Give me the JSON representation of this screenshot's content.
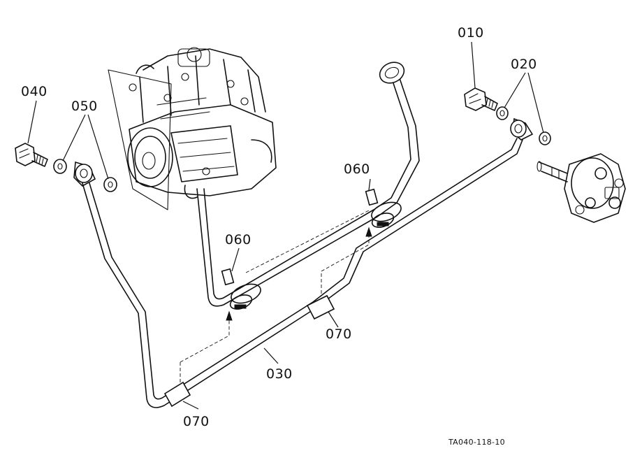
{
  "parts": {
    "p010": "010",
    "p020": "020",
    "p030": "030",
    "p040": "040",
    "p050": "050",
    "p060_upper": "060",
    "p060_lower": "060",
    "p070_right": "070",
    "p070_left": "070"
  },
  "reference_code": "TA040-118-10",
  "colors": {
    "ink": "#111111",
    "paper": "#ffffff"
  }
}
